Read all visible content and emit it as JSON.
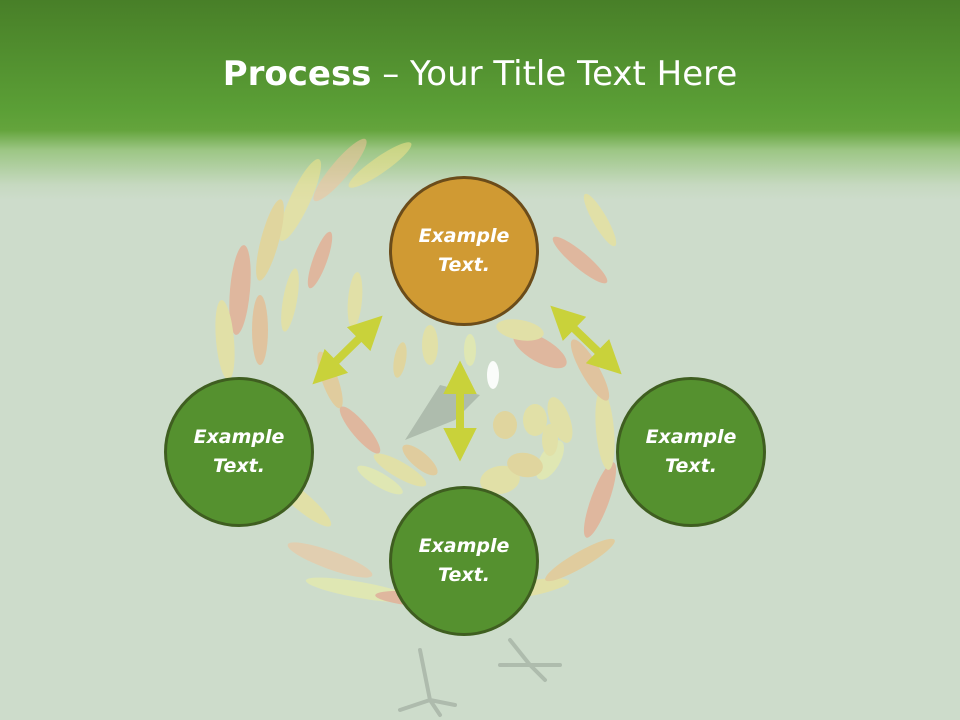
{
  "title": {
    "bold": "Process",
    "rest": " – Your Title Text Here"
  },
  "nodes": {
    "top": {
      "line1": "Example",
      "line2": "Text."
    },
    "left": {
      "line1": "Example",
      "line2": "Text."
    },
    "right": {
      "line1": "Example",
      "line2": "Text."
    },
    "bottom": {
      "line1": "Example",
      "line2": "Text."
    }
  },
  "colors": {
    "header": "#5b9f36",
    "background": "#cddccb",
    "node_green": "#55912f",
    "node_gold": "#d09a33",
    "arrow": "#c9d23a"
  }
}
